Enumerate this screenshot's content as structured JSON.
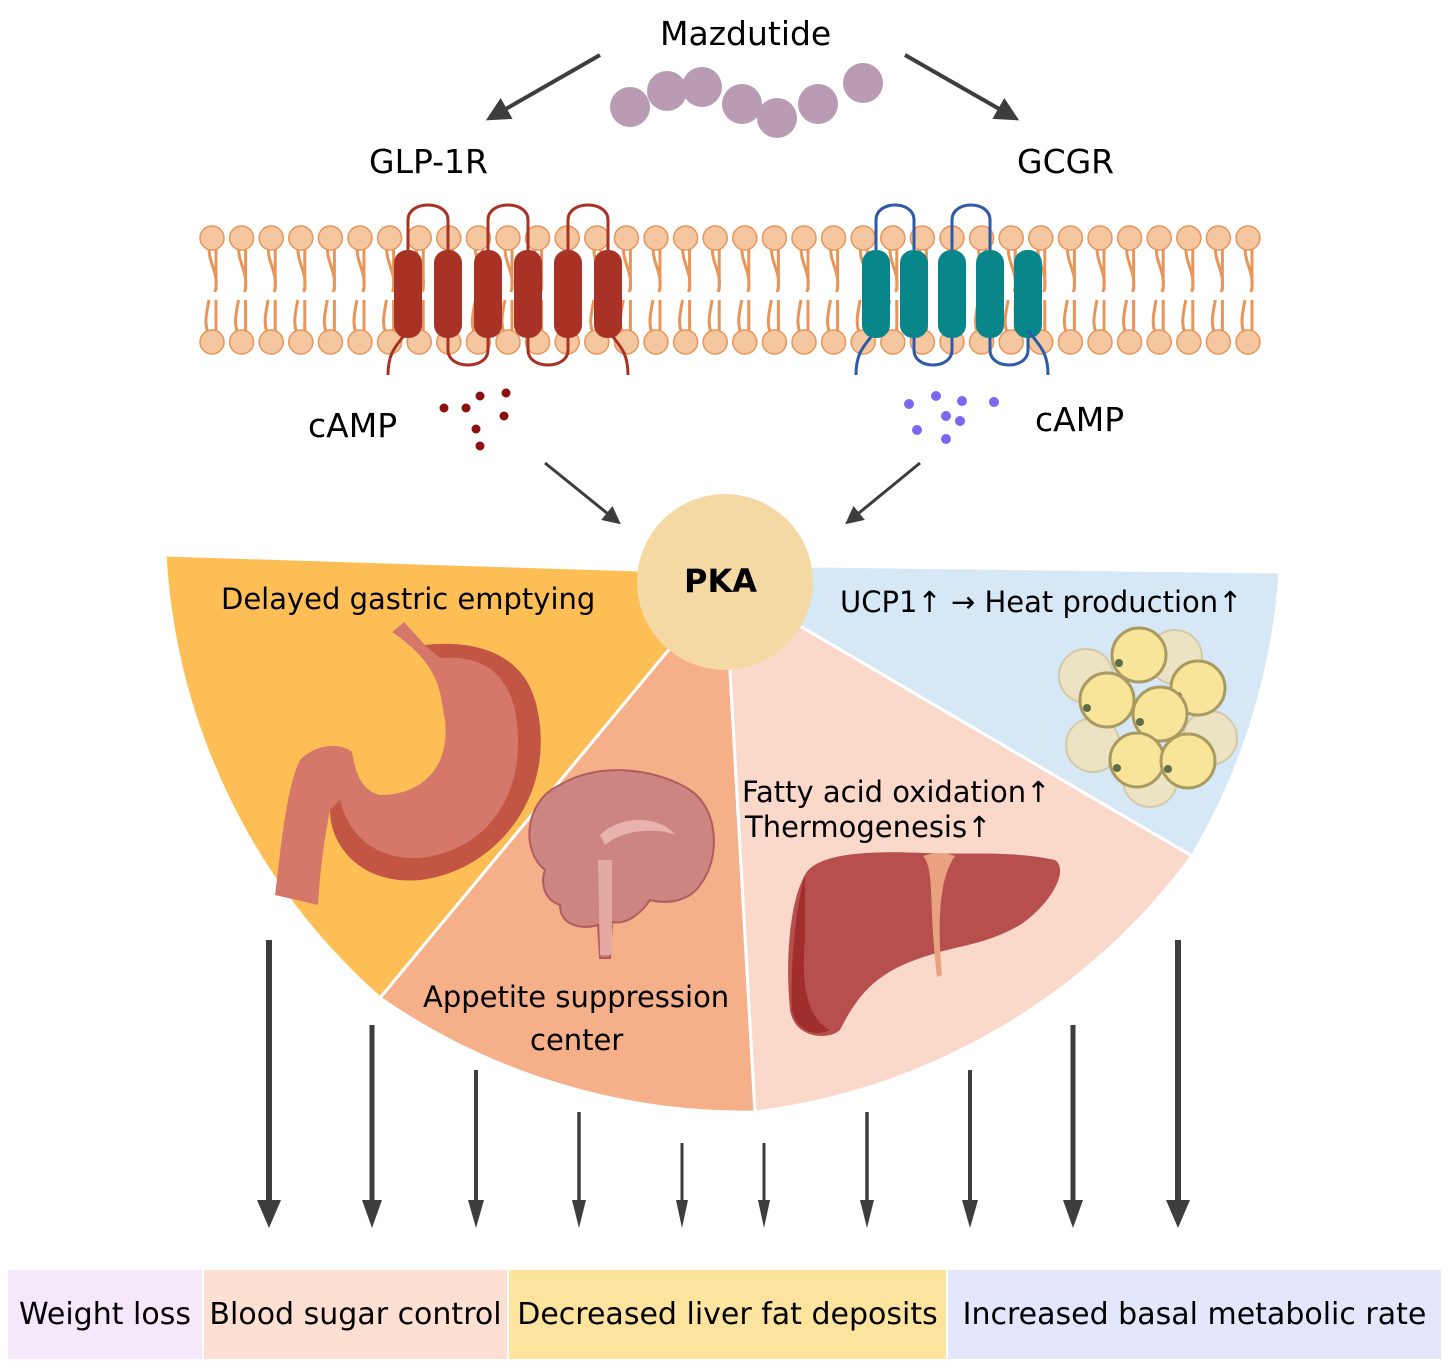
{
  "drug": {
    "name": "Mazdutide",
    "color": "#b99bb4"
  },
  "receptors": [
    {
      "name": "GLP-1R",
      "helix_color": "#a93226",
      "loop_color": "#a93226",
      "helix_count": 6
    },
    {
      "name": "GCGR",
      "helix_color": "#08868a",
      "loop_color": "#2e5aa8",
      "helix_count": 5
    }
  ],
  "membrane": {
    "color": "#f4c7a0",
    "tail_color": "#e8955a"
  },
  "second_messengers": [
    {
      "label": "cAMP",
      "dot_color": "#8b1010",
      "source": "GLP-1R"
    },
    {
      "label": "cAMP",
      "dot_color": "#7b68ee",
      "source": "GCGR"
    }
  ],
  "hub": {
    "label": "PKA",
    "color": "#f5d9a5"
  },
  "sectors": [
    {
      "id": "gastric",
      "label_lines": [
        "Delayed gastric emptying"
      ],
      "color": "#fdbf55",
      "organ": "stomach"
    },
    {
      "id": "appetite",
      "label_lines": [
        "Appetite suppression",
        "center"
      ],
      "color": "#f5b08a",
      "organ": "brain"
    },
    {
      "id": "liver",
      "label_lines": [
        "Fatty acid oxidation↑",
        "Thermogenesis↑"
      ],
      "color": "#fbd9ca",
      "organ": "liver"
    },
    {
      "id": "adipose",
      "label_lines": [
        "UCP1↑ → Heat production↑"
      ],
      "color": "#d6e7f6",
      "organ": "adipocytes"
    }
  ],
  "arrow_color": "#3d3d3d",
  "outcomes": [
    {
      "label": "Weight loss",
      "color": "#f6e8fb"
    },
    {
      "label": "Blood sugar control",
      "color": "#fde0d1"
    },
    {
      "label": "Decreased liver fat deposits",
      "color": "#fde49e"
    },
    {
      "label": "Increased basal metabolic rate",
      "color": "#e4e6fb"
    }
  ]
}
